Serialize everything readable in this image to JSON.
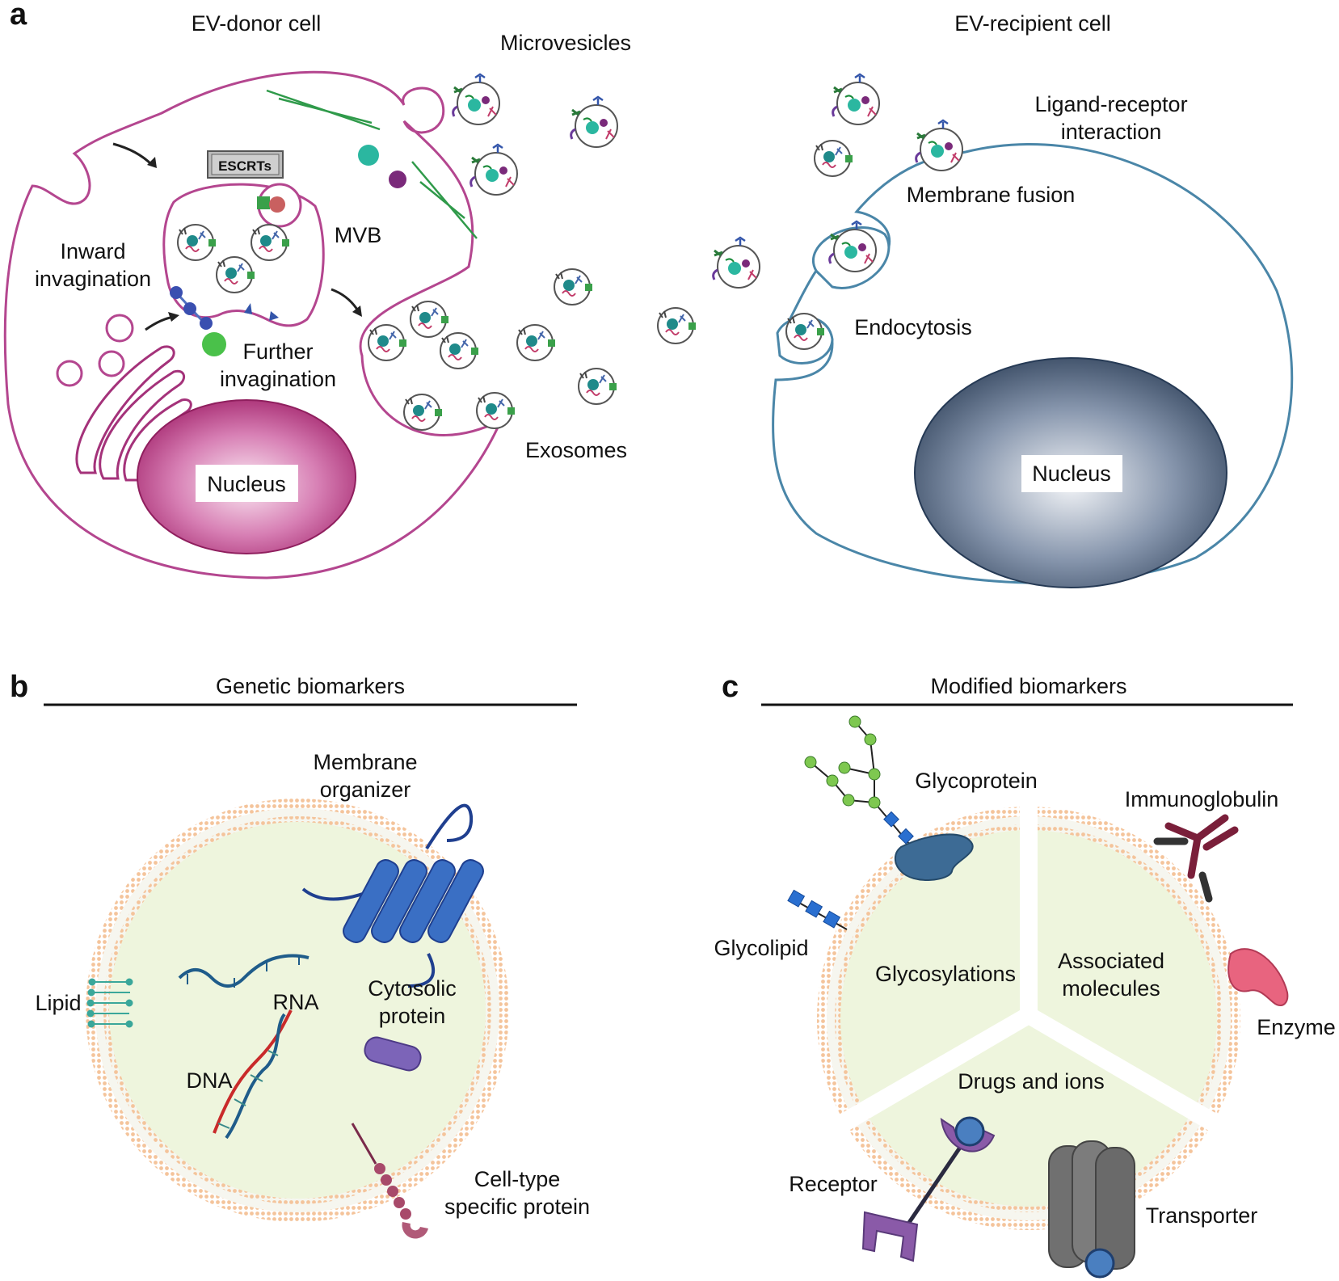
{
  "panel_a": {
    "letter": "a",
    "donor_title": "EV-donor cell",
    "recipient_title": "EV-recipient cell",
    "microvesicles": "Microvesicles",
    "escrts": "ESCRTs",
    "mvb": "MVB",
    "inward_1": "Inward",
    "inward_2": "invagination",
    "further_1": "Further",
    "further_2": "invagination",
    "exosomes": "Exosomes",
    "nucleus_donor": "Nucleus",
    "ligand_1": "Ligand-receptor",
    "ligand_2": "interaction",
    "membrane_fusion": "Membrane fusion",
    "endocytosis": "Endocytosis",
    "nucleus_recipient": "Nucleus",
    "colors": {
      "donor": "#b4468f",
      "recipient": "#4a86a8",
      "nucleus_donor": "#b03680",
      "nucleus_recipient": "#3f5370"
    }
  },
  "panel_b": {
    "letter": "b",
    "title": "Genetic biomarkers",
    "membrane_1": "Membrane",
    "membrane_2": "organizer",
    "lipid": "Lipid",
    "rna": "RNA",
    "cytosolic_1": "Cytosolic",
    "cytosolic_2": "protein",
    "dna": "DNA",
    "celltype_1": "Cell-type",
    "celltype_2": "specific protein"
  },
  "panel_c": {
    "letter": "c",
    "title": "Modified biomarkers",
    "glycoprotein": "Glycoprotein",
    "immunoglobulin": "Immunoglobulin",
    "glycolipid": "Glycolipid",
    "glycosylations": "Glycosylations",
    "associated_1": "Associated",
    "associated_2": "molecules",
    "enzyme": "Enzyme",
    "drugs": "Drugs and ions",
    "receptor": "Receptor",
    "transporter": "Transporter"
  }
}
